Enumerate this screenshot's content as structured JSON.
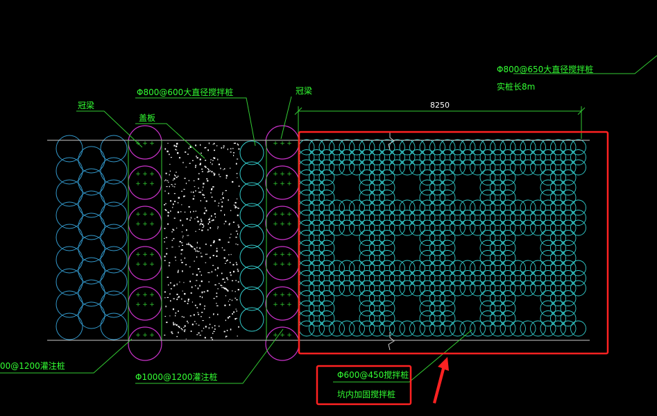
{
  "colors": {
    "background": "#000000",
    "pile_circle": "#33cccc",
    "pile_circle_left": "#3399cc",
    "bored_pile": "#cc33cc",
    "leader_line": "#33cc33",
    "label_text": "#33ff33",
    "boundary_line": "#cccccc",
    "highlight_box": "#ff2222",
    "arrow": "#ff2222",
    "cover_plate_speckle": "#ffffff"
  },
  "labels": {
    "top_right_spec": "Φ800@650大直径搅拌桩",
    "top_right_length": "实桩长8m",
    "top_center_spec": "Φ800@600大直径搅拌桩",
    "crown_beam_left": "冠梁",
    "cover_plate": "盖板",
    "crown_beam_right": "冠梁",
    "dimension_value": "8250",
    "bottom_left_spec": "00@1200灌注桩",
    "bottom_center_spec": "Φ1000@1200灌注桩",
    "bottom_right_spec": "Φ600@450搅拌桩",
    "bottom_right_note": "坑内加固搅拌桩"
  }
}
